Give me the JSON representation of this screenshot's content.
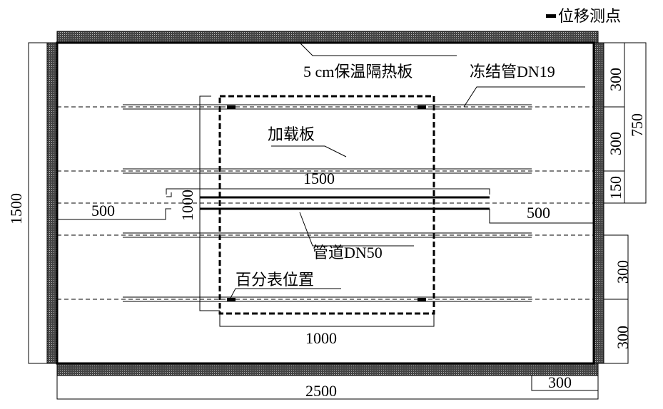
{
  "legend": {
    "marker_label": "位移测点"
  },
  "labels": {
    "insulation_board": "5 cm保温隔热板",
    "freeze_pipe": "冻结管DN19",
    "loading_plate": "加载板",
    "pipeline": "管道DN50",
    "dial_gauge_position": "百分表位置"
  },
  "dimensions": {
    "pipe_length": "1500",
    "pipe_spacing": "1000",
    "left_offset": "500",
    "right_offset": "500",
    "plate_width": "1000",
    "total_width": "2500",
    "board_thickness": "300",
    "total_height": "1500",
    "right_top_1": "300",
    "right_top_2": "300",
    "right_top_3": "150",
    "right_half": "750",
    "right_bottom_1": "300",
    "right_bottom_2": "300"
  },
  "colors": {
    "line": "#000000",
    "board": "#222222"
  }
}
